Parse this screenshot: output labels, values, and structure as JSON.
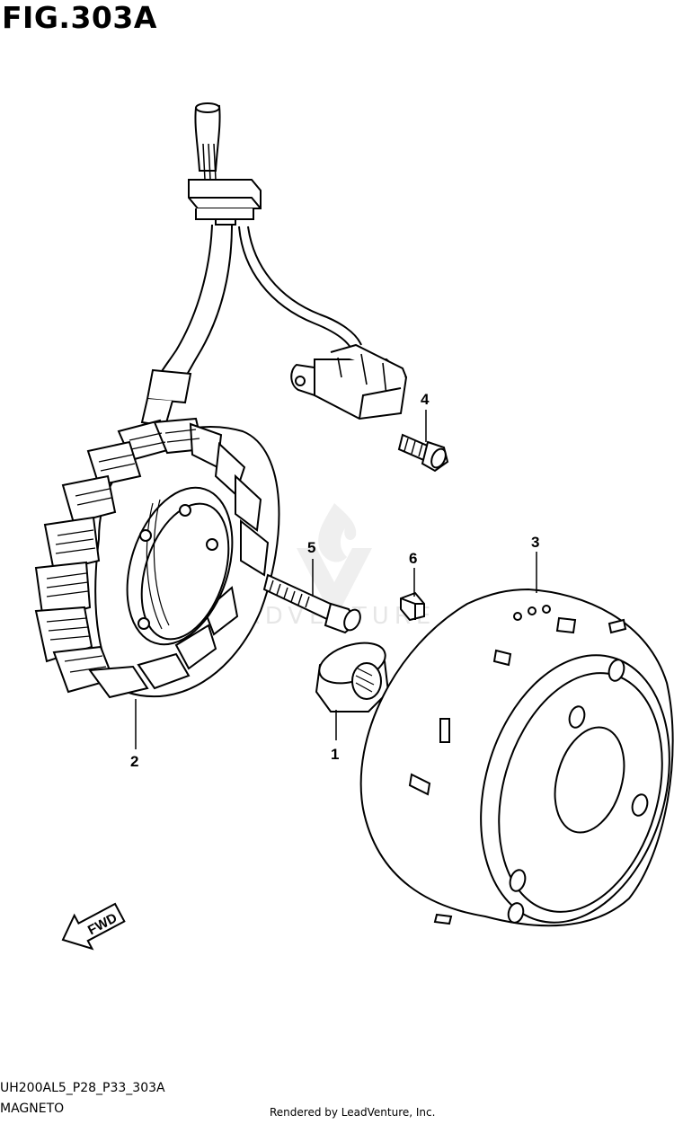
{
  "figure": {
    "title": "FIG.303A",
    "code": "UH200AL5_P28_P33_303A",
    "name": "MAGNETO",
    "credit": "Rendered by LeadVenture, Inc."
  },
  "watermark": {
    "text": "LEADVENTURE"
  },
  "direction": {
    "label": "FWD"
  },
  "callouts": [
    "1",
    "2",
    "3",
    "4",
    "5",
    "6"
  ],
  "parts": [
    {
      "ref": "1",
      "part": "nut"
    },
    {
      "ref": "2",
      "part": "stator"
    },
    {
      "ref": "3",
      "part": "rotor"
    },
    {
      "ref": "4",
      "part": "screw"
    },
    {
      "ref": "5",
      "part": "bolt"
    },
    {
      "ref": "6",
      "part": "key"
    }
  ],
  "colors": {
    "line": "#000000",
    "background": "#ffffff",
    "watermark": "#d6d6d6"
  }
}
